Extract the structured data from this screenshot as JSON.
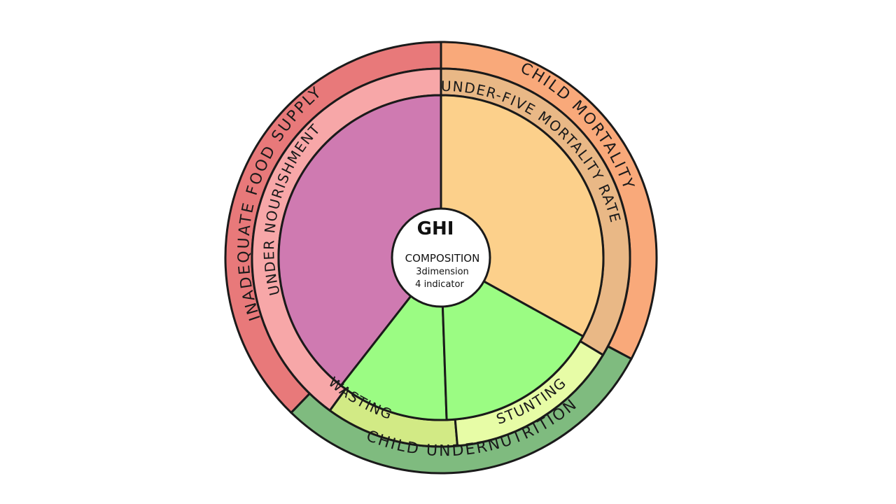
{
  "colors": {
    "outline": "#1a1a1a",
    "food_outer": "#e8797a",
    "food_middle": "#f7a7a8",
    "food_inner": "#cf7ab1",
    "mortality_outer": "#f9a97a",
    "mortality_middle": "#e9b886",
    "mortality_inner": "#fcd08b",
    "nutrition_outer": "#7fbb7f",
    "wasting_middle": "#d2ea85",
    "stunting_middle": "#e7fca6",
    "inner_green": "#9bfc83",
    "center_fill": "#ffffff"
  },
  "center": {
    "title": "GHI",
    "line1": "COMPOSITION",
    "line2": "3dimension",
    "line3": "4 indicator"
  },
  "dimensions": {
    "food_supply": "INADEQUATE FOOD SUPPLY",
    "child_mortality": "CHILD MORTALITY",
    "child_undernutrition": "CHILD UNDERNUTRITION"
  },
  "indicators": {
    "undernourishment": "UNDER NOURISHMENT",
    "under_five_mortality": "UNDER-FIVE MORTALITY RATE",
    "wasting": "WASTING",
    "stunting": "STUNTING"
  }
}
